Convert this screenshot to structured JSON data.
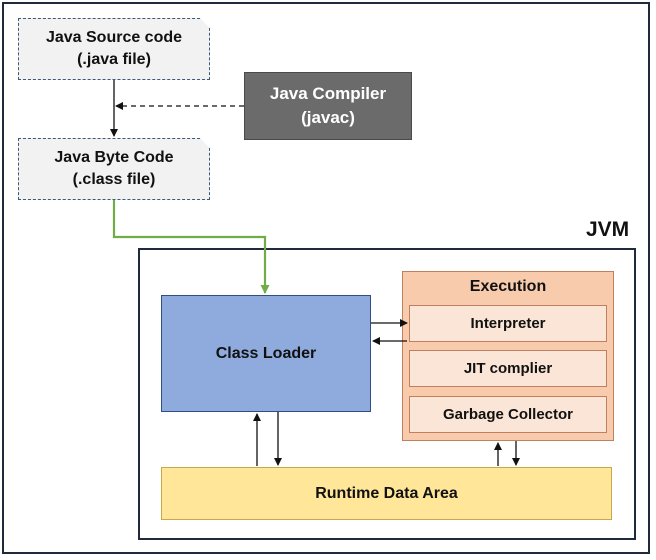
{
  "diagram": {
    "source": {
      "line1": "Java Source code",
      "line2": "(.java file)"
    },
    "compiler": {
      "line1": "Java Compiler",
      "line2": "(javac)"
    },
    "bytecode": {
      "line1": "Java Byte Code",
      "line2": "(.class file)"
    },
    "jvm_label": "JVM",
    "class_loader": "Class Loader",
    "execution": {
      "title": "Execution",
      "items": [
        "Interpreter",
        "JIT complier",
        "Garbage Collector"
      ]
    },
    "runtime": "Runtime Data Area"
  },
  "colors": {
    "border": "#1f2a3c",
    "doc_fill": "#f2f2f2",
    "compiler_fill": "#6b6b6b",
    "class_loader_fill": "#8faadc",
    "execution_fill": "#f8cbad",
    "execution_item_fill": "#fbe5d6",
    "runtime_fill": "#ffe699",
    "load_arrow": "#70ad47"
  }
}
